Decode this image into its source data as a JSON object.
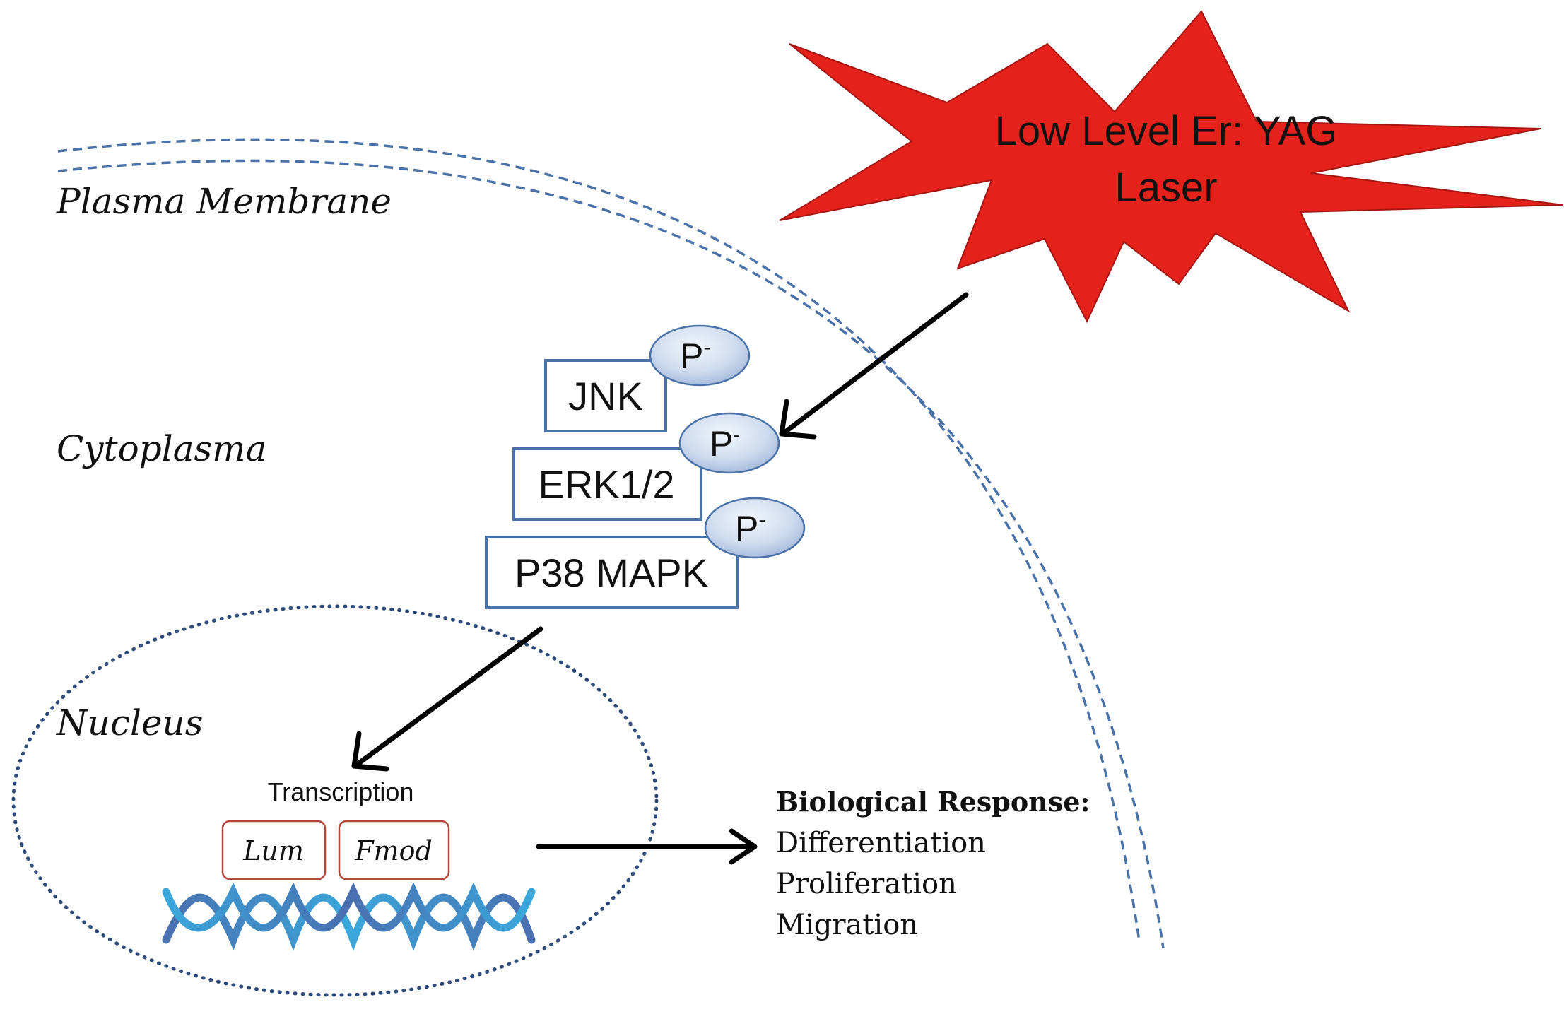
{
  "compartments": {
    "plasma_membrane": "Plasma Membrane",
    "cytoplasma": "Cytoplasma",
    "nucleus": "Nucleus"
  },
  "laser": {
    "line1": "Low Level Er: YAG",
    "line2": "Laser",
    "color": "#e4211b"
  },
  "kinases": [
    {
      "label": "JNK",
      "phospho_base": "P",
      "phospho_sup": "-"
    },
    {
      "label": "ERK1/2",
      "phospho_base": "P",
      "phospho_sup": "-"
    },
    {
      "label": "P38 MAPK",
      "phospho_base": "P",
      "phospho_sup": "-"
    }
  ],
  "transcription": {
    "label": "Transcription",
    "genes": [
      "Lum",
      "Fmod"
    ]
  },
  "response": {
    "title": "Biological Response:",
    "items": [
      "Differentiation",
      "Proliferation",
      "Migration"
    ]
  },
  "colors": {
    "membrane": "#4a72a8",
    "nucleus_border": "#2c4a7a",
    "kinase_border": "#4a72a8",
    "gene_border": "#b0483c",
    "dna_dark": "#4a6fb0",
    "dna_light": "#3aa8dc"
  }
}
